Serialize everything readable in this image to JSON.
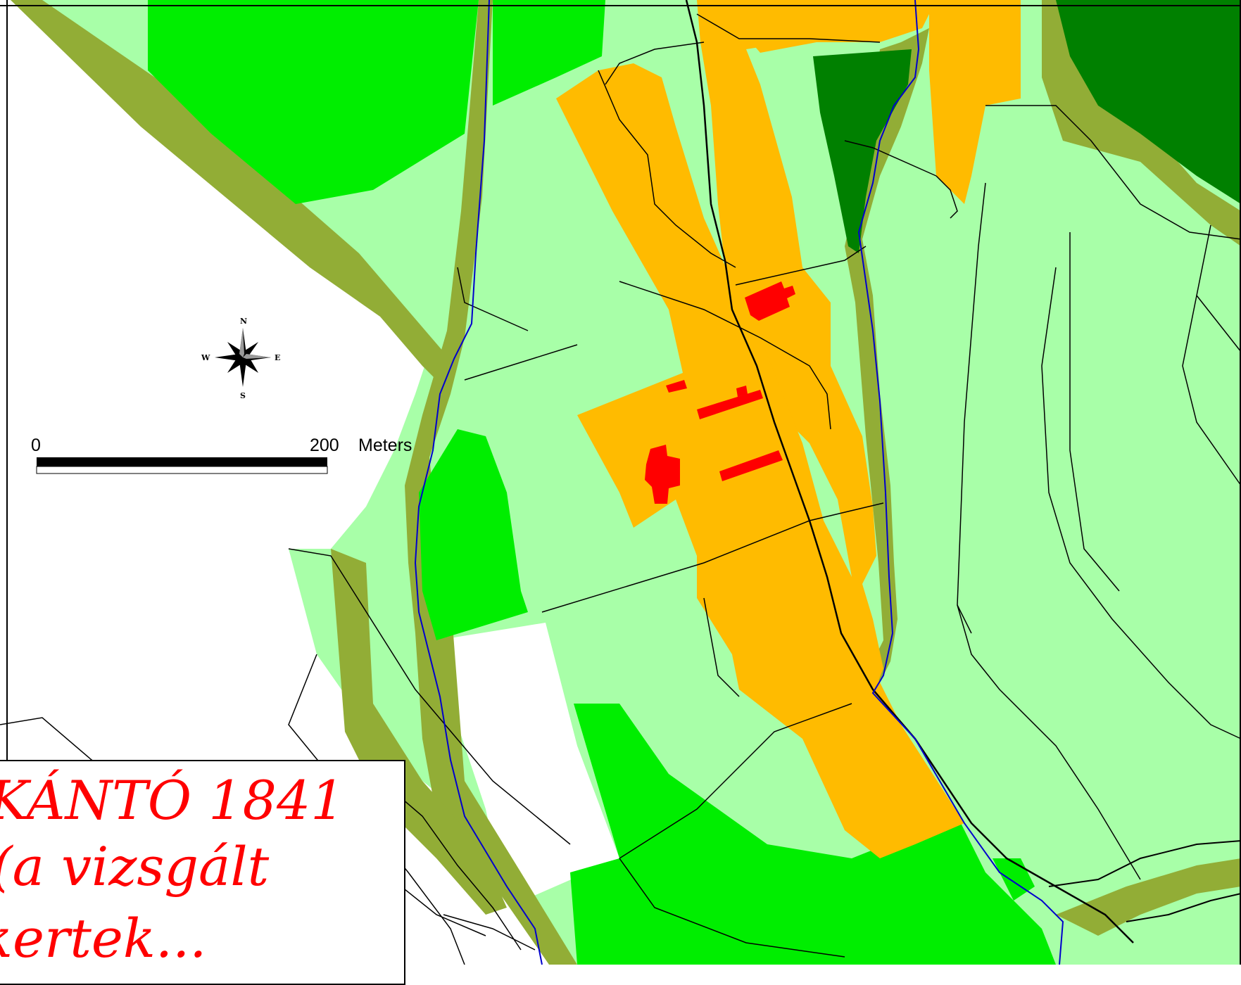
{
  "map": {
    "colors": {
      "settlement": "#ffbb00",
      "meadow": "#a8ffa8",
      "forest": "#00ee00",
      "dark_forest": "#008000",
      "olive_strip": "#92ad36",
      "building": "#ff0000",
      "stream": "#0000cc",
      "road": "#000000",
      "unmapped": "#ffffff"
    }
  },
  "compass": {
    "n": "N",
    "s": "S",
    "e": "E",
    "w": "W"
  },
  "scale_bar": {
    "start_label": "0",
    "end_label": "200",
    "unit": "Meters"
  },
  "title_box": {
    "line1": "KÁNTÓ 1841",
    "line2": "(a vizsgált",
    "line3": "kertek..."
  }
}
